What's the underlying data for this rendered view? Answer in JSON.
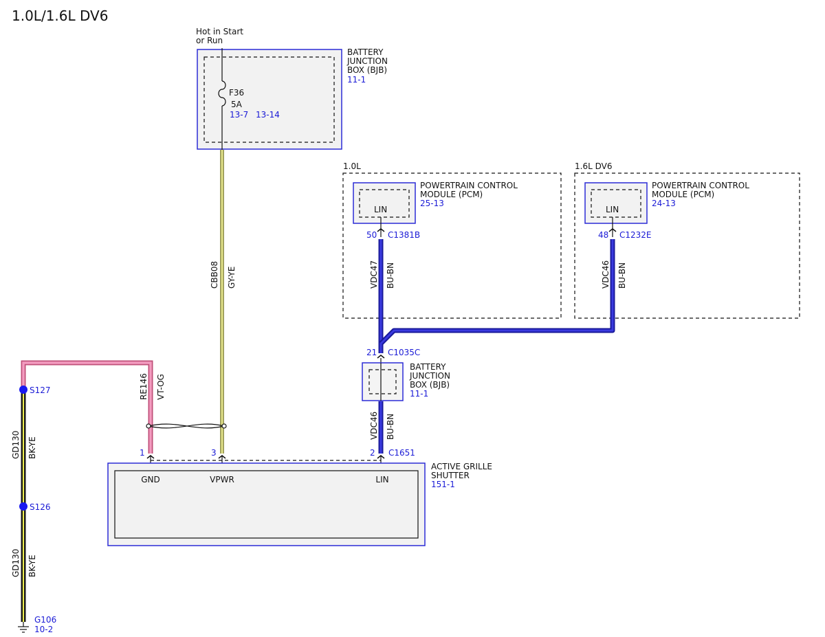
{
  "page_title": "1.0L/1.6L DV6",
  "colors": {
    "wire_gray_yellow": "#d6d67a",
    "wire_pink": "#ee82ac",
    "wire_blue": "#2323c8",
    "wire_black": "#1a1a1a",
    "wire_yellow": "#f0f050",
    "splice": "#1a1af0",
    "reference_text": "#1a1ad6"
  },
  "power_source": {
    "line1": "Hot in Start",
    "line2": "or Run"
  },
  "bjb_top": {
    "name_line1": "BATTERY",
    "name_line2": "JUNCTION",
    "name_line3": "BOX (BJB)",
    "ref": "11-1",
    "fuse_id": "F36",
    "fuse_rating": "5A",
    "pin_in": "13-7",
    "pin_out": "13-14"
  },
  "variants": [
    {
      "label": "1.0L",
      "module_line1": "POWERTRAIN CONTROL",
      "module_line2": "MODULE (PCM)",
      "ref": "25-13",
      "pin_label": "LIN",
      "pin": "50",
      "connector": "C1381B",
      "circuit": "VDC47",
      "wire_color": "BU-BN"
    },
    {
      "label": "1.6L DV6",
      "module_line1": "POWERTRAIN CONTROL",
      "module_line2": "MODULE (PCM)",
      "ref": "24-13",
      "pin_label": "LIN",
      "pin": "48",
      "connector": "C1232E",
      "circuit": "VDC46",
      "wire_color": "BU-BN"
    }
  ],
  "bjb_mid": {
    "name_line1": "BATTERY",
    "name_line2": "JUNCTION",
    "name_line3": "BOX (BJB)",
    "ref": "11-1",
    "pin": "21",
    "connector": "C1035C"
  },
  "wires": {
    "power": {
      "circuit": "CBB08",
      "color": "GY-YE"
    },
    "ground_upper": {
      "circuit": "GD130",
      "color": "BK-YE"
    },
    "ground_lower": {
      "circuit": "GD130",
      "color": "BK-YE"
    },
    "gnd_feed": {
      "circuit": "RE146",
      "color": "VT-OG"
    },
    "lin_to_ags": {
      "circuit": "VDC46",
      "color": "BU-BN"
    }
  },
  "splices": {
    "upper": "S127",
    "lower": "S126"
  },
  "ground": {
    "id": "G106",
    "ref": "10-2"
  },
  "active_grille_shutter": {
    "name_line1": "ACTIVE GRILLE",
    "name_line2": "SHUTTER",
    "ref": "151-1",
    "connector": "C1651",
    "pins": [
      {
        "num": "1",
        "label": "GND"
      },
      {
        "num": "3",
        "label": "VPWR"
      },
      {
        "num": "2",
        "label": "LIN"
      }
    ]
  }
}
